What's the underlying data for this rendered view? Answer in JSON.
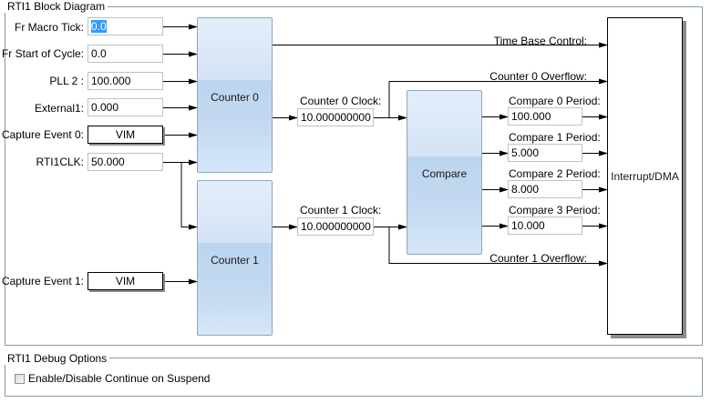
{
  "block_diagram": {
    "title": "RTI1 Block Diagram",
    "inputs": [
      {
        "label": "Fr Macro Tick:",
        "value": "0.0",
        "selected": true
      },
      {
        "label": "Fr Start of Cycle:",
        "value": "0.0"
      },
      {
        "label": "PLL 2 :",
        "value": "100.000"
      },
      {
        "label": "External1:",
        "value": "0.000"
      },
      {
        "label": "Capture Event 0:",
        "button": "VIM"
      },
      {
        "label": "RTI1CLK:",
        "value": "50.000"
      },
      {
        "label": "Capture Event 1:",
        "button": "VIM"
      }
    ],
    "blocks": {
      "counter0": "Counter 0",
      "counter1": "Counter 1",
      "compare": "Compare",
      "interrupt_dma": "Interrupt/DMA"
    },
    "counter_clocks": [
      {
        "label": "Counter 0 Clock:",
        "value": "10.000000000"
      },
      {
        "label": "Counter 1 Clock:",
        "value": "10.000000000"
      }
    ],
    "signals": {
      "time_base_control": "Time Base Control:",
      "counter0_overflow": "Counter 0 Overflow:",
      "counter1_overflow": "Counter 1 Overflow:"
    },
    "compare_periods": [
      {
        "label": "Compare 0 Period:",
        "value": "100.000"
      },
      {
        "label": "Compare 1 Period:",
        "value": "5.000"
      },
      {
        "label": "Compare 2 Period:",
        "value": "8.000"
      },
      {
        "label": "Compare 3 Period:",
        "value": "10.000"
      }
    ]
  },
  "debug_options": {
    "title": "RTI1 Debug Options",
    "checkbox_label": "Enable/Disable Continue on Suspend",
    "checked": false
  }
}
